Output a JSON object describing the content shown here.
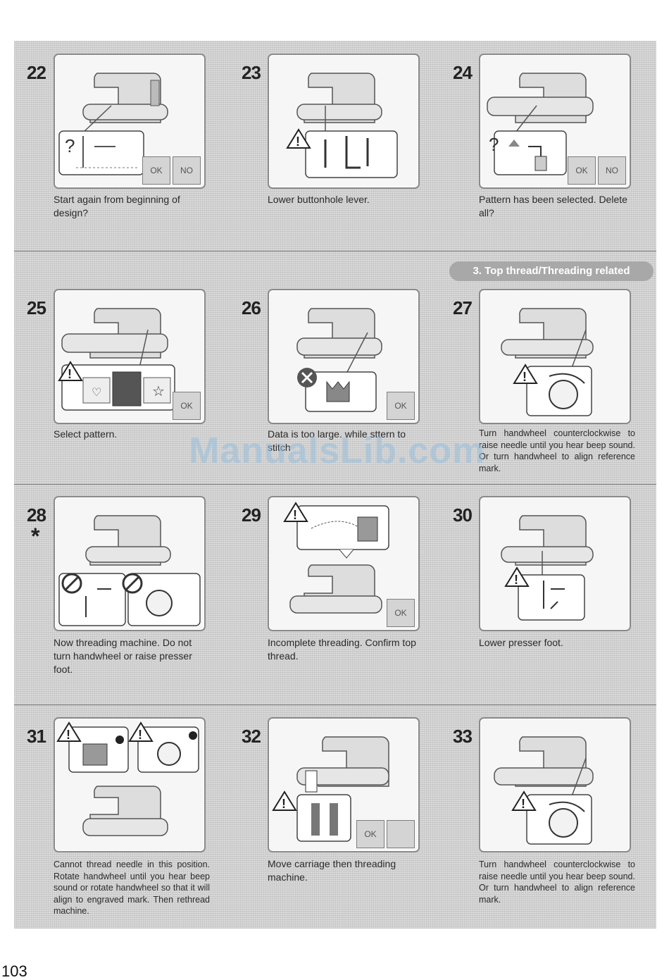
{
  "category_label": "3. Top thread/Threading related",
  "watermark": "ManualsLib.com",
  "page_number": "103",
  "messages": [
    {
      "number": "22",
      "caption": "Start again from beginning of design?",
      "buttons": [
        "OK",
        "NO"
      ]
    },
    {
      "number": "23",
      "caption": "Lower buttonhole lever.",
      "buttons": []
    },
    {
      "number": "24",
      "caption": "Pattern has been selected. Delete all?",
      "buttons": [
        "OK",
        "NO"
      ]
    },
    {
      "number": "25",
      "caption": "Select pattern.",
      "buttons": [
        "OK"
      ]
    },
    {
      "number": "26",
      "caption": "Data is too large. while sttern to stitch",
      "buttons": [
        "OK"
      ]
    },
    {
      "number": "27",
      "caption": "Turn handwheel counterclockwise to raise needle until you hear beep sound. Or turn handwheel to align reference mark.",
      "buttons": []
    },
    {
      "number": "28",
      "marker": "*",
      "caption": "Now threading machine. Do not turn handwheel or raise presser foot.",
      "buttons": []
    },
    {
      "number": "29",
      "caption": "Incomplete threading. Confirm top thread.",
      "buttons": [
        "OK"
      ]
    },
    {
      "number": "30",
      "caption": "Lower presser foot.",
      "buttons": []
    },
    {
      "number": "31",
      "caption": "Cannot thread needle in this position. Rotate handwheel until you hear beep sound or rotate handwheel so that it will align to engraved mark. Then rethread machine.",
      "buttons": []
    },
    {
      "number": "32",
      "caption": "Move carriage then threading machine.",
      "buttons": [
        "OK",
        ""
      ]
    },
    {
      "number": "33",
      "caption": "Turn handwheel counterclockwise to raise needle until you hear beep sound. Or turn handwheel to align reference mark.",
      "buttons": []
    }
  ]
}
